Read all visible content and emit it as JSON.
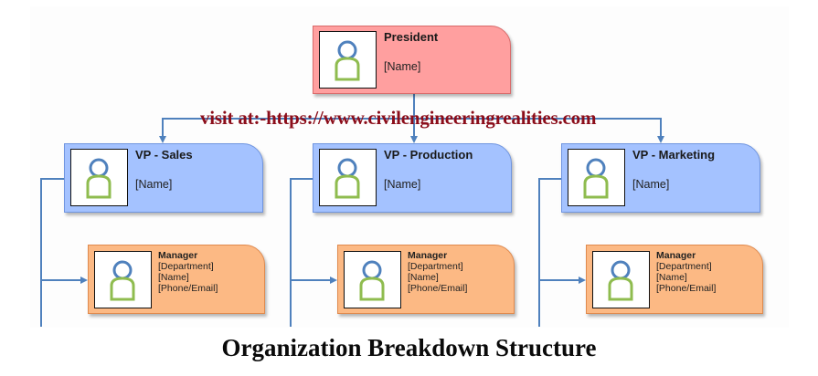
{
  "diagram": {
    "caption": "Organization Breakdown Structure",
    "watermark": "visit at:-https://www.civilengineeringrealities.com",
    "president": {
      "title": "President",
      "name": "[Name]"
    },
    "vps": [
      {
        "title": "VP - Sales",
        "name": "[Name]"
      },
      {
        "title": "VP - Production",
        "name": "[Name]"
      },
      {
        "title": "VP - Marketing",
        "name": "[Name]"
      }
    ],
    "managers": [
      {
        "title": "Manager",
        "department": "[Department]",
        "name": "[Name]",
        "contact": "[Phone/Email]"
      },
      {
        "title": "Manager",
        "department": "[Department]",
        "name": "[Name]",
        "contact": "[Phone/Email]"
      },
      {
        "title": "Manager",
        "department": "[Department]",
        "name": "[Name]",
        "contact": "[Phone/Email]"
      }
    ],
    "icons": {
      "person": "person-placeholder-icon"
    },
    "colors": {
      "president_fill": "#ff9f9f",
      "vp_fill": "#a4c2ff",
      "manager_fill": "#fcb984",
      "connector": "#4f81bd",
      "watermark": "#8b0d1a",
      "person_head": "#4f81bd",
      "person_body": "#8fbc4f"
    }
  }
}
